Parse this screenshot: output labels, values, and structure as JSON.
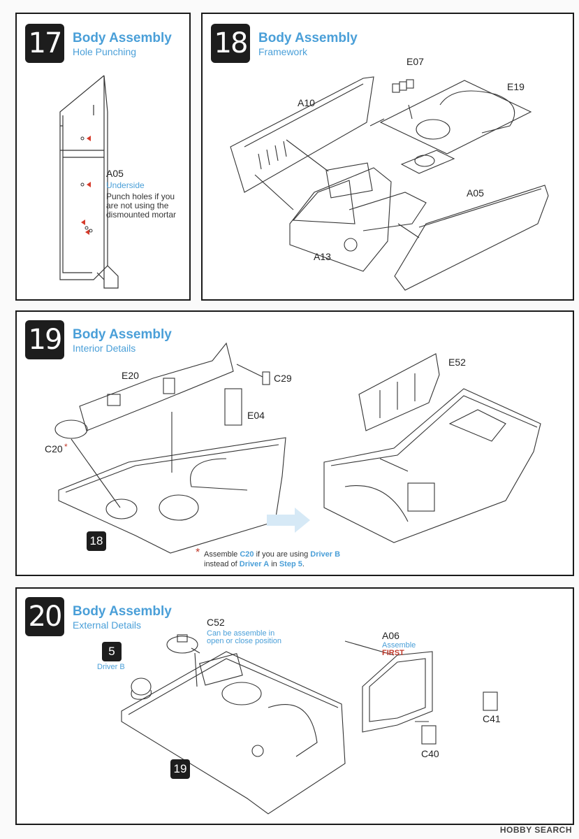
{
  "steps": [
    {
      "number": "17",
      "title": "Body Assembly",
      "subtitle": "Hole Punching"
    },
    {
      "number": "18",
      "title": "Body Assembly",
      "subtitle": "Framework"
    },
    {
      "number": "19",
      "title": "Body Assembly",
      "subtitle": "Interior Details"
    },
    {
      "number": "20",
      "title": "Body Assembly",
      "subtitle": "External Details"
    }
  ],
  "step17": {
    "part": "A05",
    "underside": "Underside",
    "instruction_lines": [
      "Punch holes if you",
      "are not using the",
      "dismounted mortar"
    ]
  },
  "step18": {
    "parts": [
      "E07",
      "A10",
      "E19",
      "A05",
      "A13"
    ]
  },
  "step19": {
    "parts": [
      "E20",
      "C29",
      "E04",
      "C20",
      "E52"
    ],
    "asterisk": "*",
    "ref_step": "18",
    "note": {
      "part1": "Assemble ",
      "b1": "C20",
      "part2": " if you are using ",
      "b2": "Driver B",
      "part3": "instead of ",
      "b3": "Driver A",
      "part4": " in ",
      "b4": "Step 5",
      "part5": "."
    }
  },
  "step20": {
    "c52": "C52",
    "c52_note_lines": [
      "Can be assemble in",
      "open or close position"
    ],
    "ref5": "5",
    "driver_b": "Driver B",
    "ref19": "19",
    "a06": "A06",
    "a06_note": "Assemble",
    "a06_first": "FIRST",
    "c41": "C41",
    "c40": "C40"
  },
  "watermark": "HOBBY SEARCH",
  "colors": {
    "accent": "#4a9fd8",
    "warning": "#c0392b",
    "dark": "#1d1d1d"
  }
}
